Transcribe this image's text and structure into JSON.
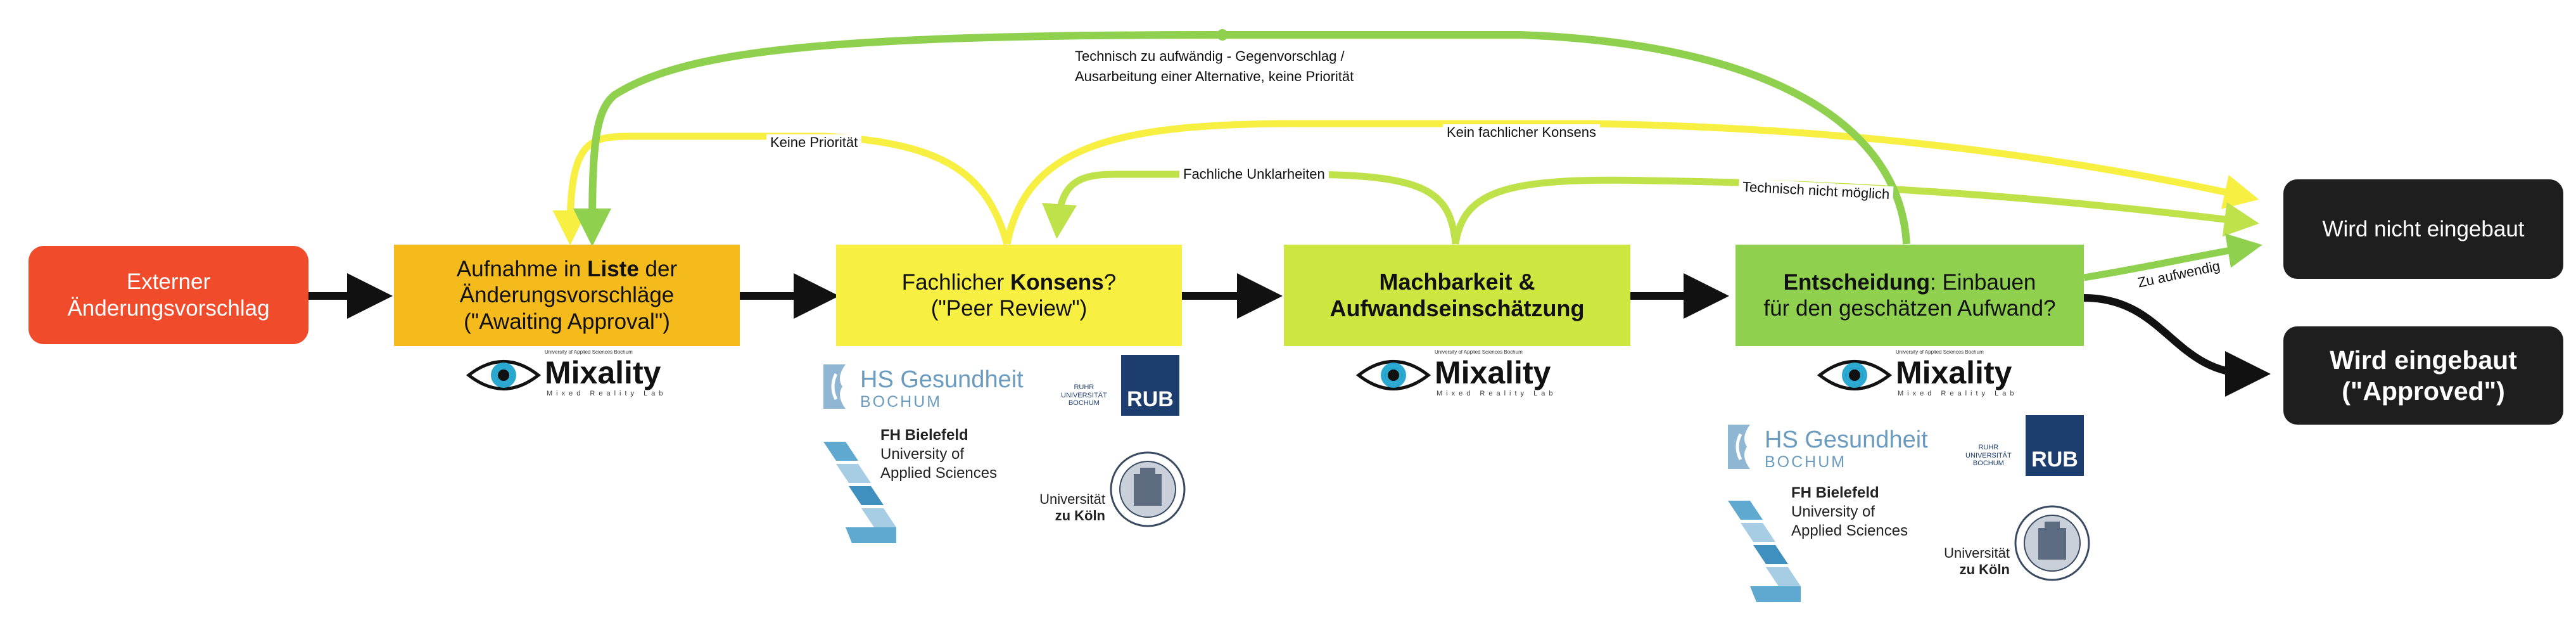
{
  "nodes": {
    "external": {
      "line1": "Externer",
      "line2": "Änderungsvorschlag",
      "color": "#f04b2a"
    },
    "aufnahme": {
      "pre": "Aufnahme in ",
      "bold": "Liste",
      "post": " der",
      "line2": "Änderungsvorschläge",
      "line3": "(\"Awaiting Approval\")",
      "color": "#f5bb1c"
    },
    "konsens": {
      "pre": "Fachlicher ",
      "bold": "Konsens",
      "post": "?",
      "line2": "(\"Peer Review\")",
      "color": "#f7ef41"
    },
    "machbarkeit": {
      "line1": "Machbarkeit &",
      "line2": "Aufwandseinschätzung",
      "color": "#cde640"
    },
    "entscheidung": {
      "bold": "Entscheidung",
      "post": ": Einbauen",
      "line2": "für den geschätzen Aufwand?",
      "color": "#8fd14f"
    },
    "nicht": {
      "label": "Wird nicht eingebaut",
      "color": "#1e1e1e"
    },
    "approved": {
      "line1": "Wird eingebaut",
      "line2": "(\"Approved\")",
      "color": "#1e1e1e"
    }
  },
  "edge_labels": {
    "technisch_aufwaendig_1": "Technisch zu aufwändig - Gegenvorschlag /",
    "technisch_aufwaendig_2": "Ausarbeitung einer Alternative, keine Priorität",
    "keine_prioritaet": "Keine Priorität",
    "kein_konsens": "Kein fachlicher Konsens",
    "fachliche_unklarheiten": "Fachliche Unklarheiten",
    "technisch_nicht_moeglich": "Technisch nicht möglich",
    "zu_aufwendig": "Zu aufwendig"
  },
  "logos": {
    "mixality": {
      "word": "Mixality",
      "tagline": "Mixed Reality Lab",
      "top": "University of Applied Sciences Bochum"
    },
    "hs_gesundheit": {
      "word": "HS Gesundheit",
      "sub": "BOCHUM"
    },
    "rub": {
      "small1": "RUHR",
      "small2": "UNIVERSITÄT",
      "small3": "BOCHUM",
      "box": "RUB"
    },
    "fh_bielefeld": {
      "title": "FH Bielefeld",
      "line2": "University of",
      "line3": "Applied Sciences"
    },
    "koeln": {
      "line1": "Universität",
      "line2": "zu Köln"
    }
  },
  "colors": {
    "arrow_black": "#111111",
    "arrow_yellow": "#f7ef41",
    "arrow_green": "#8fd14f",
    "arrow_lightgreen": "#bfe24a"
  }
}
